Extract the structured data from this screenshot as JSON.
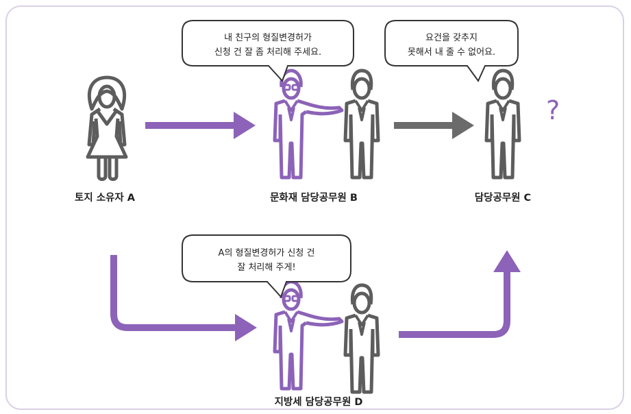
{
  "colors": {
    "purple": "#8c63b8",
    "gray": "#6b6b6b",
    "figure_gray": "#5d5d5d",
    "text": "#1f1f1f",
    "frame": "#d9d0e6"
  },
  "labels": {
    "owner": "토지 소유자 A",
    "officer_b": "문화재 담당공무원 B",
    "officer_c": "담당공무원 C",
    "officer_d": "지방세 담당공무원 D"
  },
  "bubbles": {
    "b": [
      "내 친구의 형질변경허가",
      "신청 건 잘 좀 처리해 주세요."
    ],
    "c": [
      "요건을 갖추지",
      "못해서 내 줄 수 없어요."
    ],
    "d": [
      "A의 형질변경허가 신청 건",
      "잘 처리해 주게!"
    ]
  },
  "question_mark": "?",
  "icons": [
    "woman-icon",
    "official-with-glasses-icon",
    "man-icon"
  ]
}
